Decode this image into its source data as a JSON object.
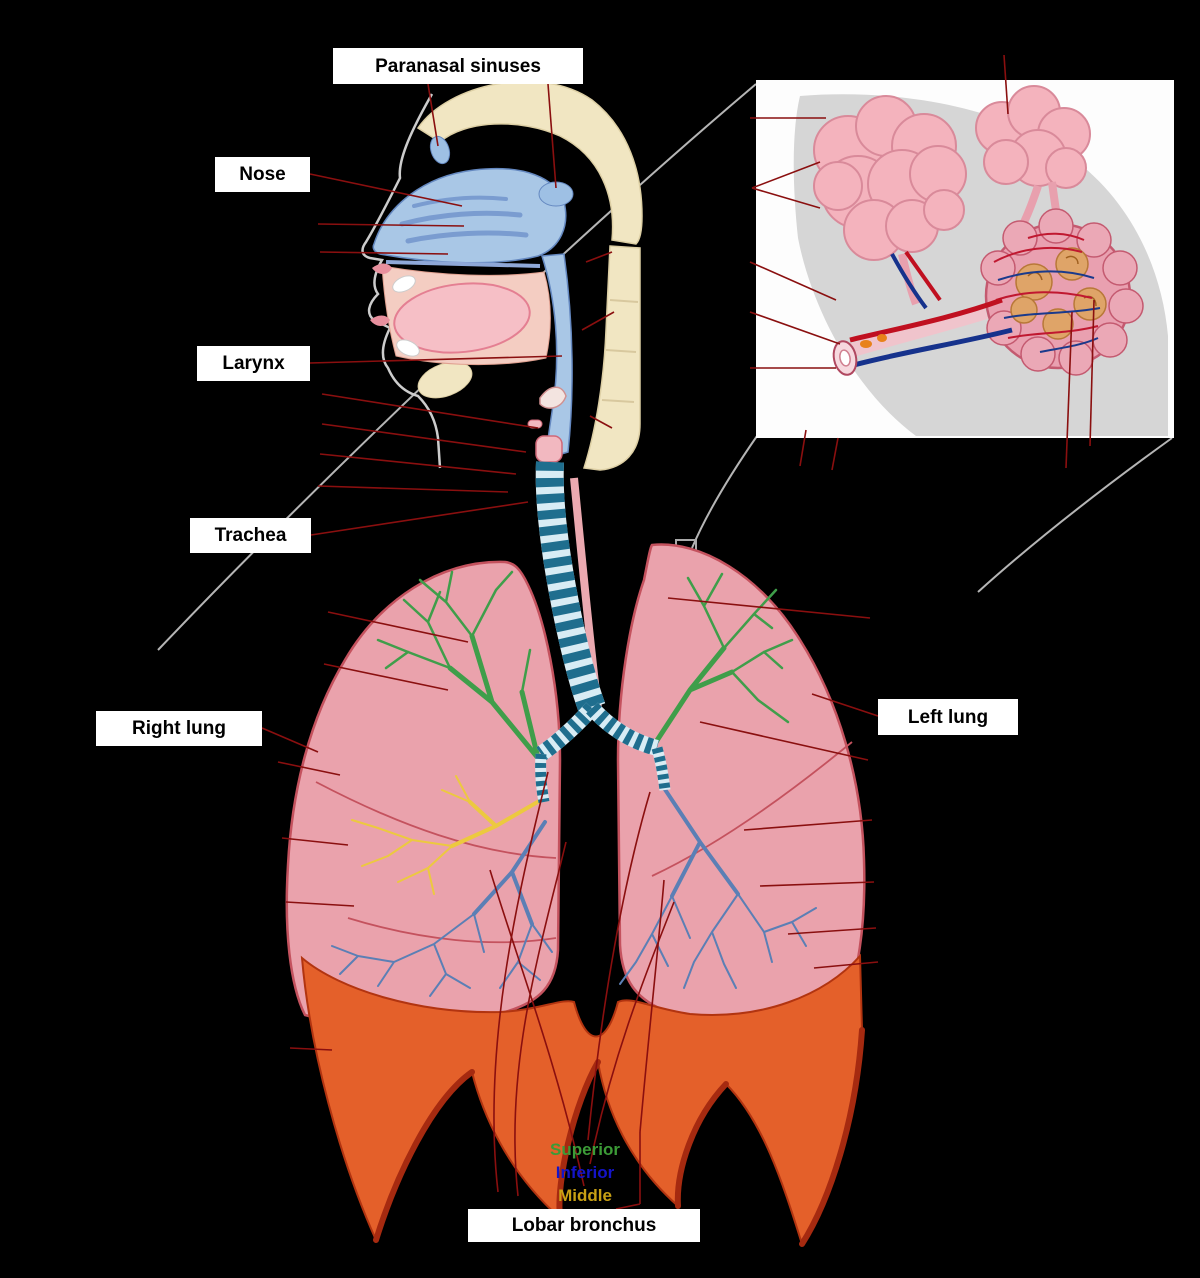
{
  "labels": {
    "paranasal_sinuses": "Paranasal sinuses",
    "nose": "Nose",
    "larynx": "Larynx",
    "trachea": "Trachea",
    "right_lung": "Right lung",
    "left_lung": "Left lung",
    "superior": "Superior",
    "inferior": "Inferior",
    "middle": "Middle",
    "lobar_bronchus": "Lobar bronchus"
  },
  "colors": {
    "background": "#000000",
    "label_background": "#ffffff",
    "label_text": "#000000",
    "leader_line": "#8a0f0f",
    "connector_line": "#b5b5b5",
    "lung_fill": "#eaa2ac",
    "lung_outline": "#c4525e",
    "diaphragm_orange": "#e4602a",
    "diaphragm_dark": "#a62a10",
    "trachea_rings_teal": "#1f6e8e",
    "nasal_cavity_blue": "#a9c7e6",
    "skull_cream": "#f1e6c2",
    "superior_lobe_green": "#3c9b37",
    "inferior_lobe_blue": "#1414c8",
    "middle_lobe_yellow": "#c8a014",
    "alveoli_pink": "#f4b3bd",
    "artery_red": "#c01020",
    "vein_blue": "#16328c"
  }
}
